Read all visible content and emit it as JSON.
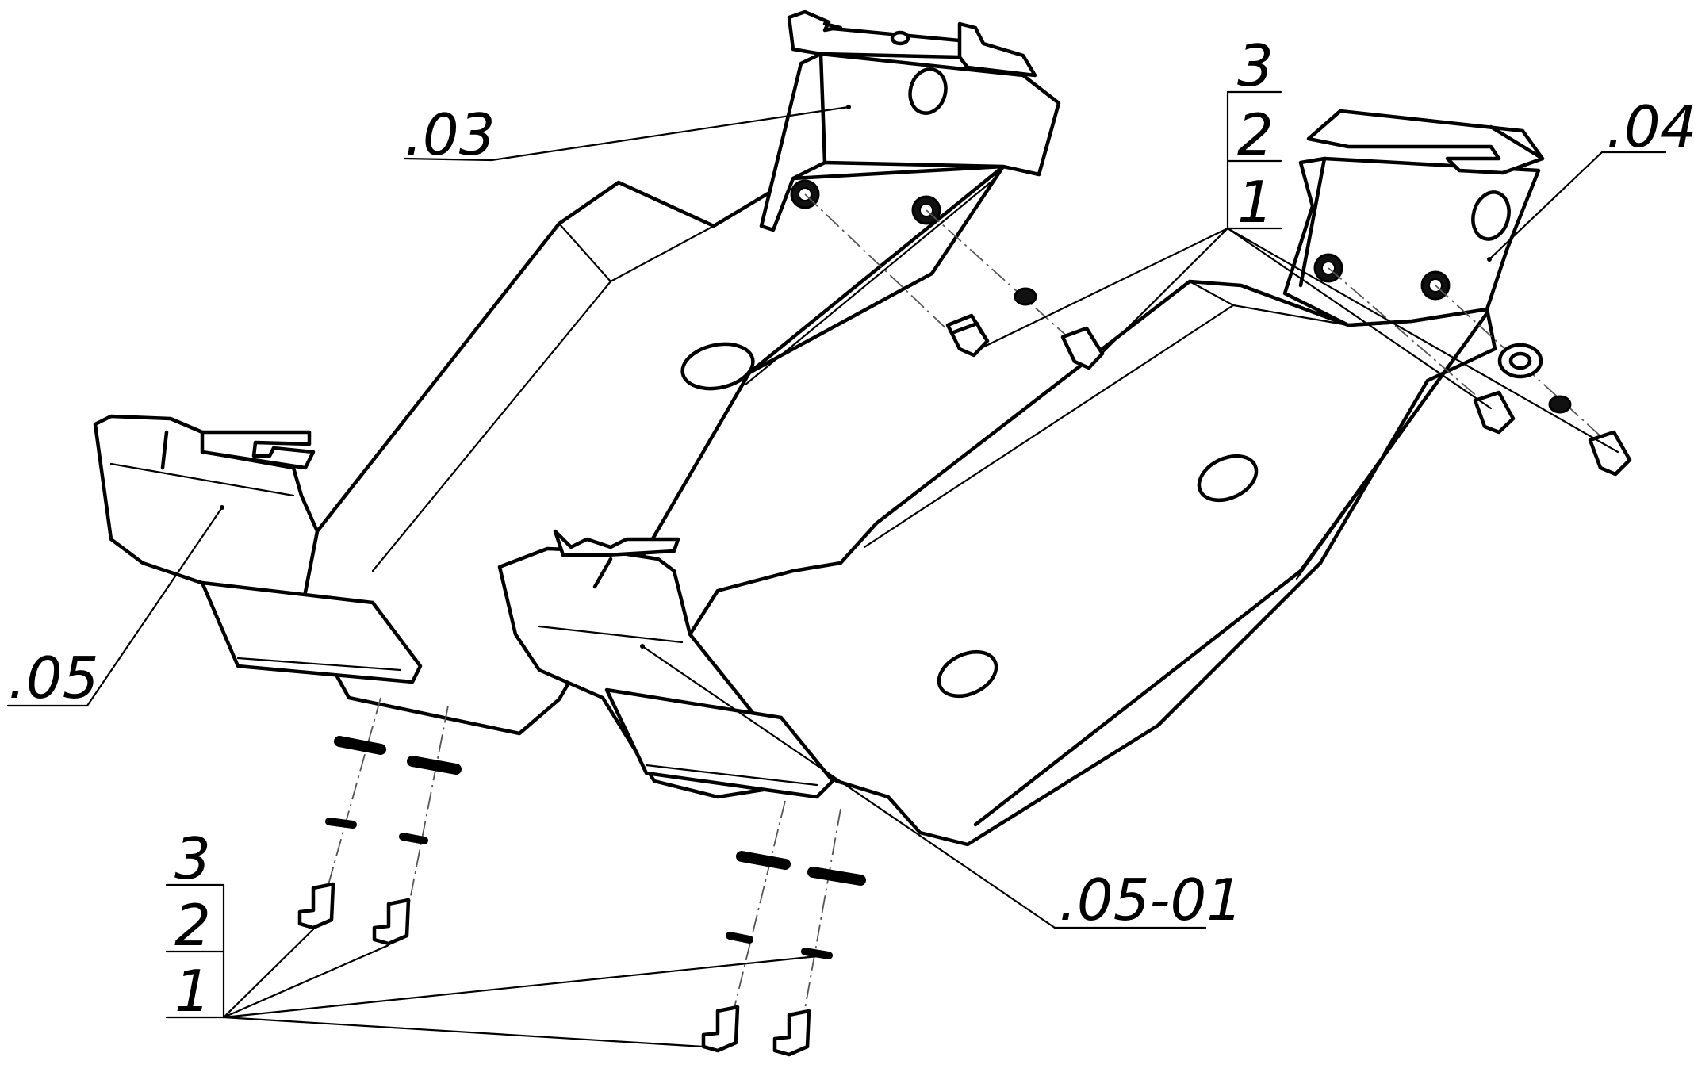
{
  "labels": {
    "part_03": ".03",
    "part_04": ".04",
    "part_05": ".05",
    "part_05_01": ".05-01"
  },
  "fastener_callout_right": {
    "row3": "3",
    "row2": "2",
    "row1": "1"
  },
  "fastener_callout_left": {
    "row3": "3",
    "row2": "2",
    "row1": "1"
  }
}
